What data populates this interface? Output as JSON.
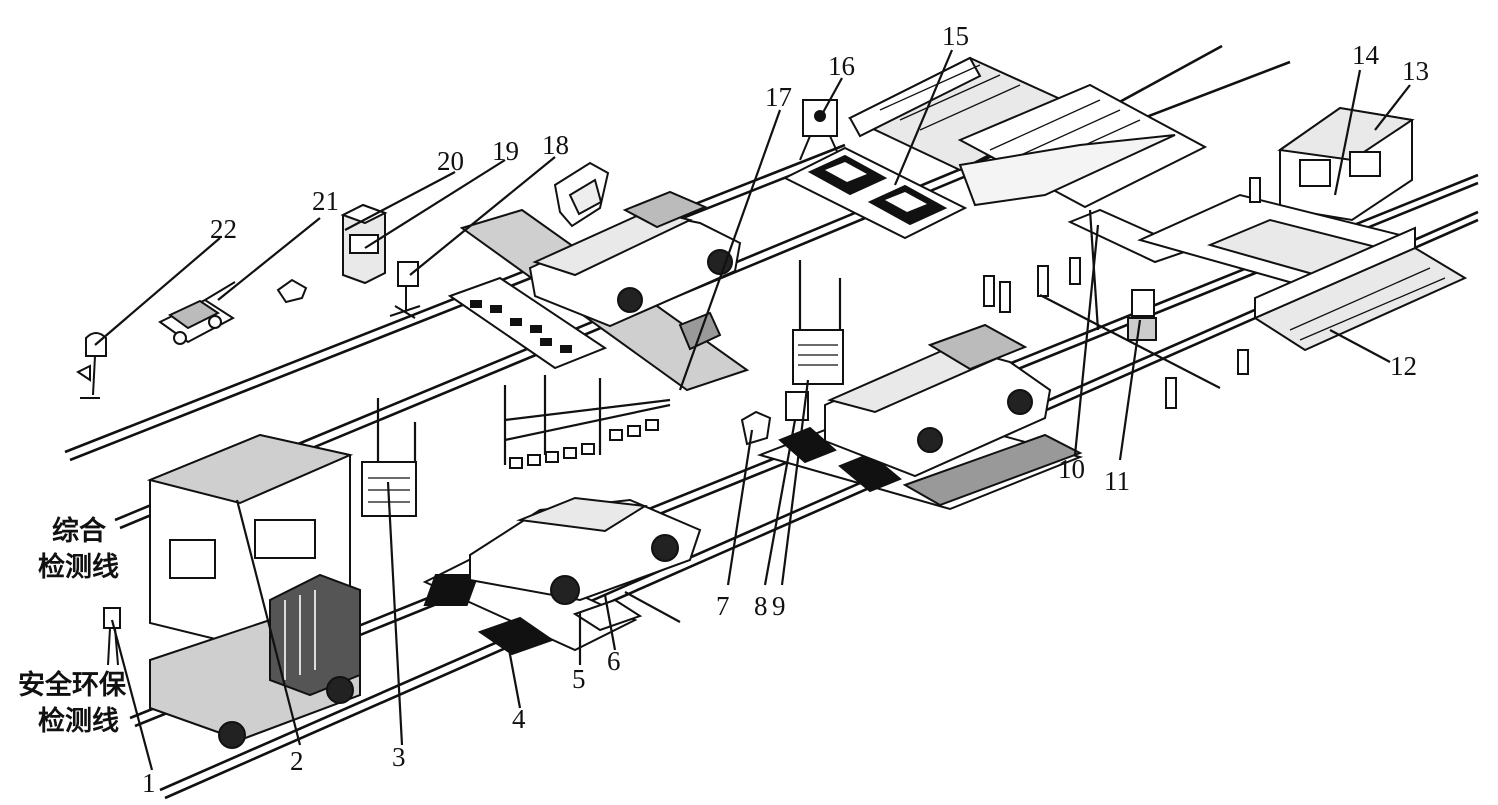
{
  "lines": {
    "comprehensive": [
      "综合",
      "检测线"
    ],
    "safety_env": [
      "安全环保",
      "检测线"
    ]
  },
  "callouts": [
    "1",
    "2",
    "3",
    "4",
    "5",
    "6",
    "7",
    "8",
    "9",
    "10",
    "11",
    "12",
    "13",
    "14",
    "15",
    "16",
    "17",
    "18",
    "19",
    "20",
    "21",
    "22"
  ],
  "colors": {
    "ink": "#111111",
    "fill_grey": "#cfcfcf",
    "fill_light": "#e9e9e9",
    "background": "#ffffff"
  }
}
